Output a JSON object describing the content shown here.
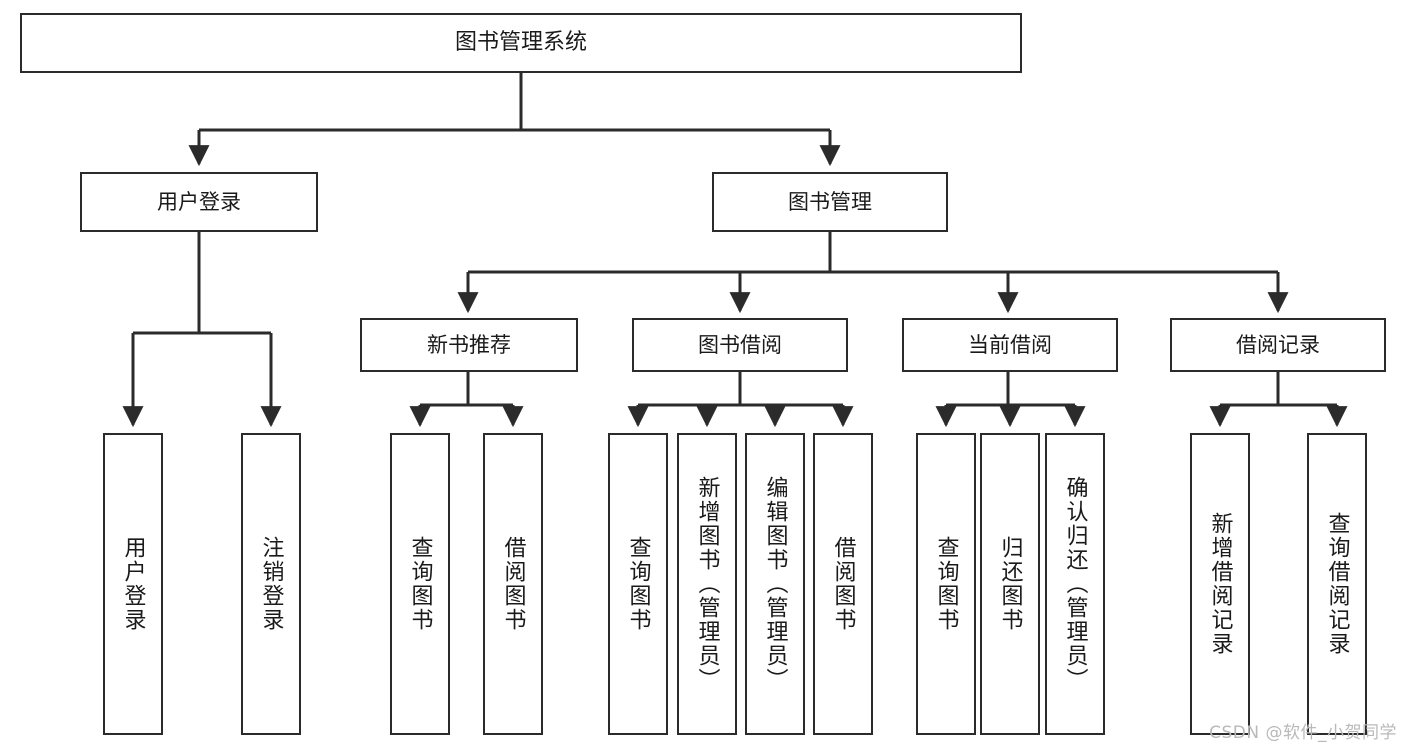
{
  "diagram": {
    "type": "tree-hierarchy",
    "title": "图书管理系统",
    "watermark": "CSDN @软件_小贺同学",
    "colors": {
      "stroke": "#2b2b2b",
      "fill": "#ffffff",
      "text": "#1a1a1a",
      "watermark": "#b9b9b9"
    },
    "nodes": {
      "root": {
        "label": "图书管理系统"
      },
      "level2": [
        {
          "id": "user-login",
          "label": "用户登录"
        },
        {
          "id": "book-manage",
          "label": "图书管理"
        }
      ],
      "level3": [
        {
          "id": "new-book-recommend",
          "label": "新书推荐",
          "parent": "book-manage"
        },
        {
          "id": "book-borrow",
          "label": "图书借阅",
          "parent": "book-manage"
        },
        {
          "id": "current-borrow",
          "label": "当前借阅",
          "parent": "book-manage"
        },
        {
          "id": "borrow-record",
          "label": "借阅记录",
          "parent": "book-manage"
        }
      ],
      "leaves": [
        {
          "id": "leaf-user-login",
          "label": "用户登录",
          "parent": "user-login"
        },
        {
          "id": "leaf-logout",
          "label": "注销登录",
          "parent": "user-login"
        },
        {
          "id": "leaf-query-book-1",
          "label": "查询图书",
          "parent": "new-book-recommend"
        },
        {
          "id": "leaf-borrow-book-1",
          "label": "借阅图书",
          "parent": "new-book-recommend"
        },
        {
          "id": "leaf-query-book-2",
          "label": "查询图书",
          "parent": "book-borrow"
        },
        {
          "id": "leaf-add-book",
          "label": "新增图书（管理员）",
          "parent": "book-borrow"
        },
        {
          "id": "leaf-edit-book",
          "label": "编辑图书（管理员）",
          "parent": "book-borrow"
        },
        {
          "id": "leaf-borrow-book-2",
          "label": "借阅图书",
          "parent": "book-borrow"
        },
        {
          "id": "leaf-query-book-3",
          "label": "查询图书",
          "parent": "current-borrow"
        },
        {
          "id": "leaf-return-book",
          "label": "归还图书",
          "parent": "current-borrow"
        },
        {
          "id": "leaf-confirm-return",
          "label": "确认归还（管理员）",
          "parent": "current-borrow"
        },
        {
          "id": "leaf-add-record",
          "label": "新增借阅记录",
          "parent": "borrow-record"
        },
        {
          "id": "leaf-query-record",
          "label": "查询借阅记录",
          "parent": "borrow-record"
        }
      ]
    }
  }
}
